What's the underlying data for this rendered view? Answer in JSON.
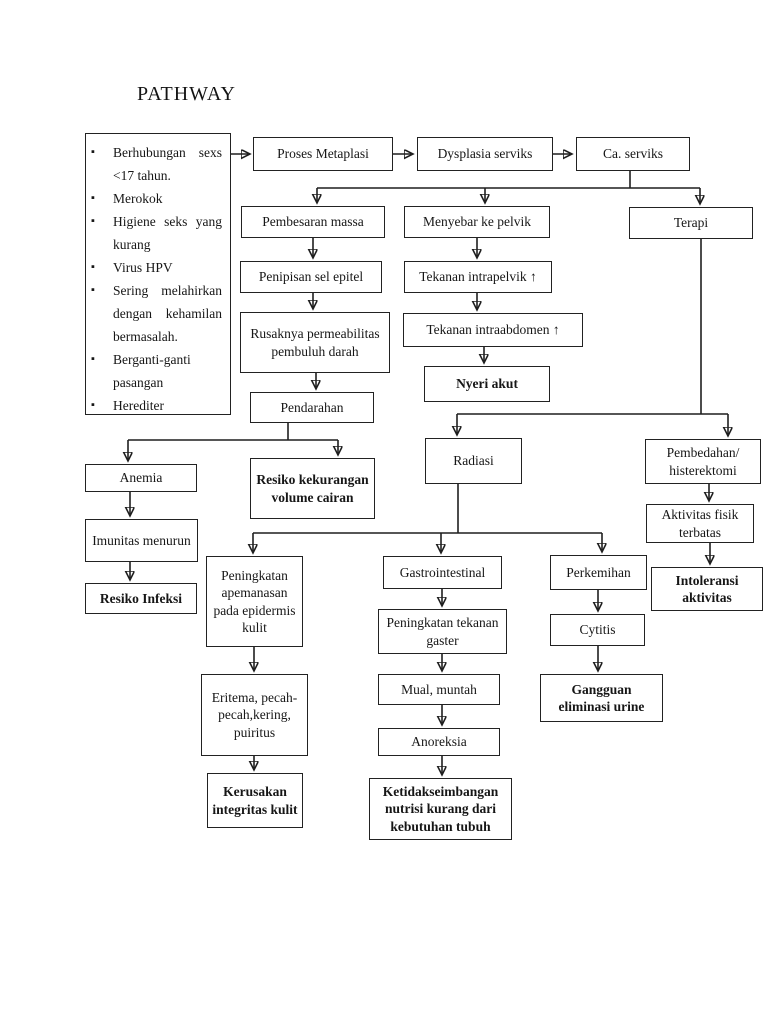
{
  "page": {
    "title": "PATHWAY"
  },
  "risk_factors": {
    "items": [
      "Berhubungan sexs <17 tahun.",
      "Merokok",
      "Higiene seks yang kurang",
      "Virus HPV",
      "Sering melahirkan dengan kehamilan bermasalah.",
      "Berganti-ganti pasangan",
      "Herediter"
    ]
  },
  "nodes": {
    "proses_metaplasi": {
      "label": "Proses Metaplasi"
    },
    "dysplasia_serviks": {
      "label": "Dysplasia serviks"
    },
    "ca_serviks": {
      "label": "Ca. serviks"
    },
    "pembesaran_massa": {
      "label": "Pembesaran massa"
    },
    "menyebar_ke_pelvik": {
      "label": "Menyebar ke pelvik"
    },
    "terapi": {
      "label": "Terapi"
    },
    "penipisan_sel_epitel": {
      "label": "Penipisan sel epitel"
    },
    "tekanan_intrapelvik": {
      "label": "Tekanan intrapelvik ↑"
    },
    "rusaknya_permeabilitas": {
      "label": "Rusaknya permeabilitas pembuluh darah"
    },
    "tekanan_intraabdomen": {
      "label": "Tekanan intraabdomen ↑"
    },
    "nyeri_akut": {
      "label": "Nyeri akut"
    },
    "pendarahan": {
      "label": "Pendarahan"
    },
    "anemia": {
      "label": "Anemia"
    },
    "resiko_kekurangan_volume": {
      "label": "Resiko kekurangan volume cairan"
    },
    "imunitas_menurun": {
      "label": "Imunitas menurun"
    },
    "resiko_infeksi": {
      "label": "Resiko Infeksi"
    },
    "radiasi": {
      "label": "Radiasi"
    },
    "pembedahan_histerektomi": {
      "label": "Pembedahan/ histerektomi"
    },
    "aktivitas_fisik_terbatas": {
      "label": "Aktivitas fisik terbatas"
    },
    "intoleransi_aktivitas": {
      "label": "Intoleransi aktivitas"
    },
    "peningkatan_epidermis": {
      "label": "Peningkatan apemanasan pada epidermis kulit"
    },
    "gastrointestinal": {
      "label": "Gastrointestinal"
    },
    "perkemihan": {
      "label": "Perkemihan"
    },
    "eritema": {
      "label": "Eritema, pecah- pecah,kering, puiritus"
    },
    "peningkatan_gaster": {
      "label": "Peningkatan tekanan gaster"
    },
    "cytitis": {
      "label": "Cytitis"
    },
    "kerusakan_integritas": {
      "label": "Kerusakan integritas kulit"
    },
    "mual_muntah": {
      "label": "Mual, muntah"
    },
    "gangguan_eliminasi": {
      "label": "Gangguan eliminasi urine"
    },
    "anoreksia": {
      "label": "Anoreksia"
    },
    "ketidakseimbangan_nutrisi": {
      "label": "Ketidakseimbangan nutrisi kurang dari kebutuhan tubuh"
    }
  }
}
